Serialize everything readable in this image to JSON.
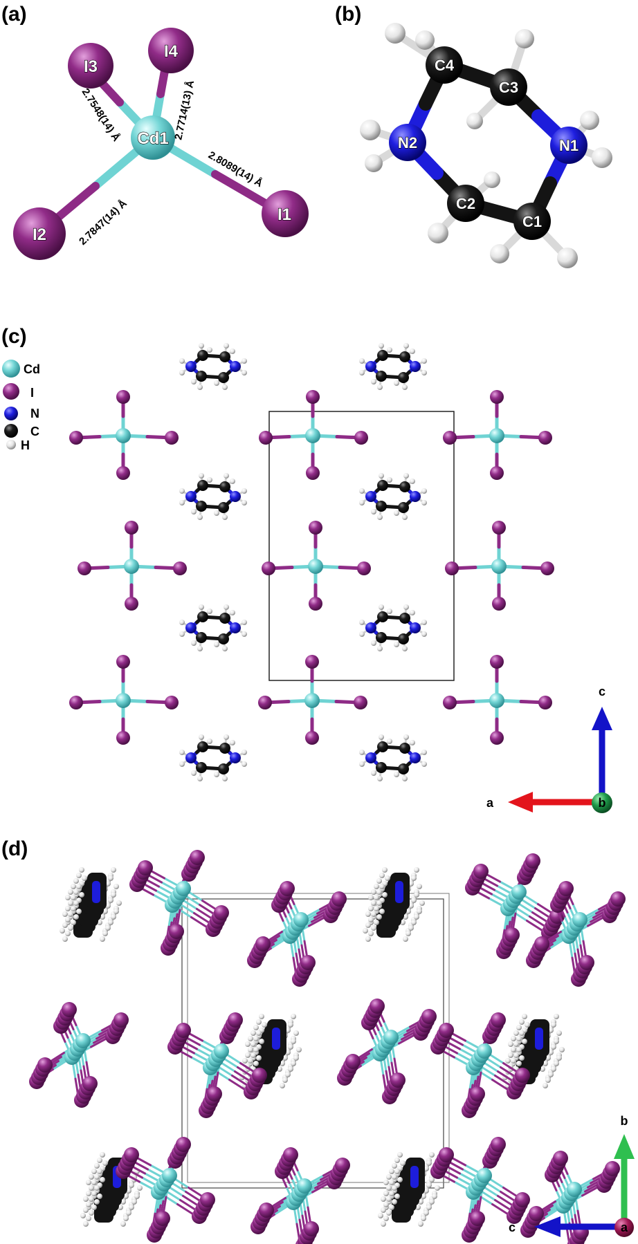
{
  "panels": {
    "a": {
      "label": "(a)",
      "atoms": [
        "Cd1",
        "I1",
        "I2",
        "I3",
        "I4"
      ],
      "bond_lengths": [
        "2.7548(14) Å",
        "2.7714(13) Å",
        "2.8089(14) Å",
        "2.7847(14) Å"
      ]
    },
    "b": {
      "label": "(b)",
      "atoms": [
        "C4",
        "C3",
        "N2",
        "N1",
        "C2",
        "C1"
      ]
    },
    "c": {
      "label": "(c)",
      "legend": [
        "Cd",
        "I",
        "N",
        "C",
        "H"
      ],
      "axes": {
        "up": "c",
        "left": "a",
        "center": "b"
      }
    },
    "d": {
      "label": "(d)",
      "axes": {
        "up": "b",
        "left": "c",
        "center": "a"
      }
    }
  },
  "colors": {
    "cd": "#6fd3d3",
    "i": "#8e2b86",
    "n": "#1d1ddb",
    "c": "#141414",
    "h": "#e6e6e6",
    "axis_red": "#e3141c",
    "axis_blue": "#1313c8",
    "axis_green": "#2fbf4f"
  }
}
